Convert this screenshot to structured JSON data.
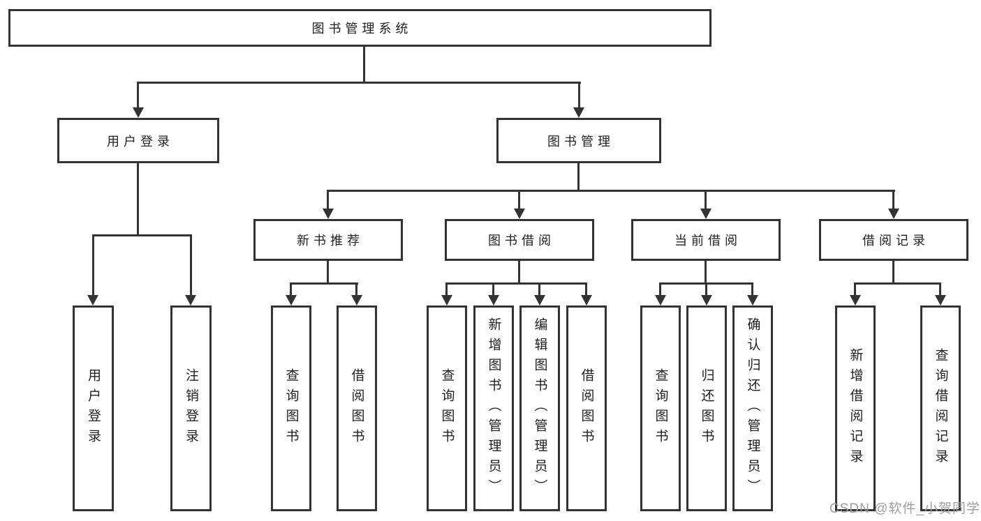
{
  "diagram": {
    "root": {
      "label": "图书管理系统"
    },
    "level2": [
      {
        "label": "用户登录"
      },
      {
        "label": "图书管理"
      }
    ],
    "level3": [
      {
        "label": "新书推荐"
      },
      {
        "label": "图书借阅"
      },
      {
        "label": "当前借阅"
      },
      {
        "label": "借阅记录"
      }
    ],
    "leaves": {
      "login": [
        {
          "label": "用户登录"
        },
        {
          "label": "注销登录"
        }
      ],
      "newbook": [
        {
          "label": "查询图书"
        },
        {
          "label": "借阅图书"
        }
      ],
      "borrow": [
        {
          "label": "查询图书"
        },
        {
          "label": "新增图书（管理员）"
        },
        {
          "label": "编辑图书（管理员）"
        },
        {
          "label": "借阅图书"
        }
      ],
      "current": [
        {
          "label": "查询图书"
        },
        {
          "label": "归还图书"
        },
        {
          "label": "确认归还（管理员）"
        }
      ],
      "records": [
        {
          "label": "新增借阅记录"
        },
        {
          "label": "查询借阅记录"
        }
      ]
    },
    "watermark": {
      "text": "CSDN @软件_小贺同学"
    },
    "colors": {
      "line": "#333333",
      "text": "#1f1f1f",
      "watermark": "#9e9e9e",
      "background": "#ffffff"
    }
  }
}
